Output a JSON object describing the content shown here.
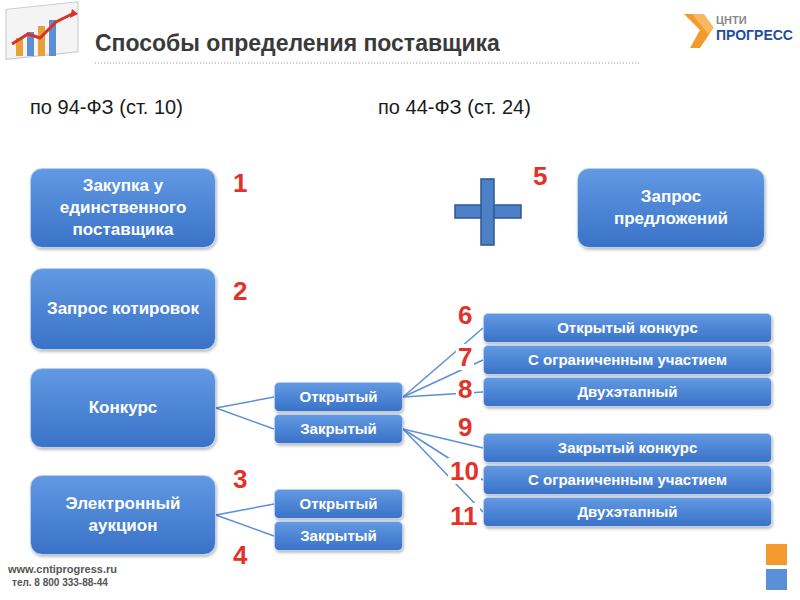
{
  "diagram": {
    "title": "Способы определения поставщика",
    "nodes": [
      {
        "text": [
          "Закупка у единственного поставщика"
        ]
      },
      {
        "text": [
          "Запрос котировок"
        ]
      },
      {
        "text": [
          "Конкурс"
        ]
      },
      {
        "text": [
          "Электронный аукцион"
        ]
      },
      {
        "text": [
          "Запрос предложений"
        ]
      },
      {
        "text": [
          "Открытый"
        ]
      },
      {
        "text": [
          "Закрытый"
        ]
      },
      {
        "text": [
          "Открытый"
        ]
      },
      {
        "text": [
          "Закрытый"
        ]
      },
      {
        "text": [
          "Открытый конкурс"
        ]
      },
      {
        "text": [
          "С ограниченным участием"
        ]
      },
      {
        "text": [
          "Двухэтапный"
        ]
      },
      {
        "text": [
          "Закрытый конкурс"
        ]
      },
      {
        "text": [
          "С ограниченным участием"
        ]
      },
      {
        "text": [
          "Двухэтапный"
        ]
      }
    ],
    "edges": [
      {
        "from": 2,
        "to": 5,
        "arrow": "none"
      },
      {
        "from": 2,
        "to": 6,
        "arrow": "none"
      },
      {
        "from": 3,
        "to": 7,
        "arrow": "none"
      },
      {
        "from": 3,
        "to": 8,
        "arrow": "none"
      },
      {
        "from": 5,
        "to": 9,
        "arrow": "none"
      },
      {
        "from": 5,
        "to": 10,
        "arrow": "none"
      },
      {
        "from": 5,
        "to": 11,
        "arrow": "none"
      },
      {
        "from": 6,
        "to": 12,
        "arrow": "none"
      },
      {
        "from": 6,
        "to": 13,
        "arrow": "none"
      },
      {
        "from": 6,
        "to": 14,
        "arrow": "none"
      }
    ],
    "labels": [
      "ЦНТИ",
      "ПРОГРЕСС",
      "по 94-ФЗ (ст. 10)",
      "по 44-ФЗ (ст. 24)",
      "1",
      "2",
      "3",
      "4",
      "5",
      "6",
      "7",
      "8",
      "9",
      "10",
      "11",
      "www.cntiprogress.ru",
      "тел. 8 800 333-88-44"
    ]
  }
}
